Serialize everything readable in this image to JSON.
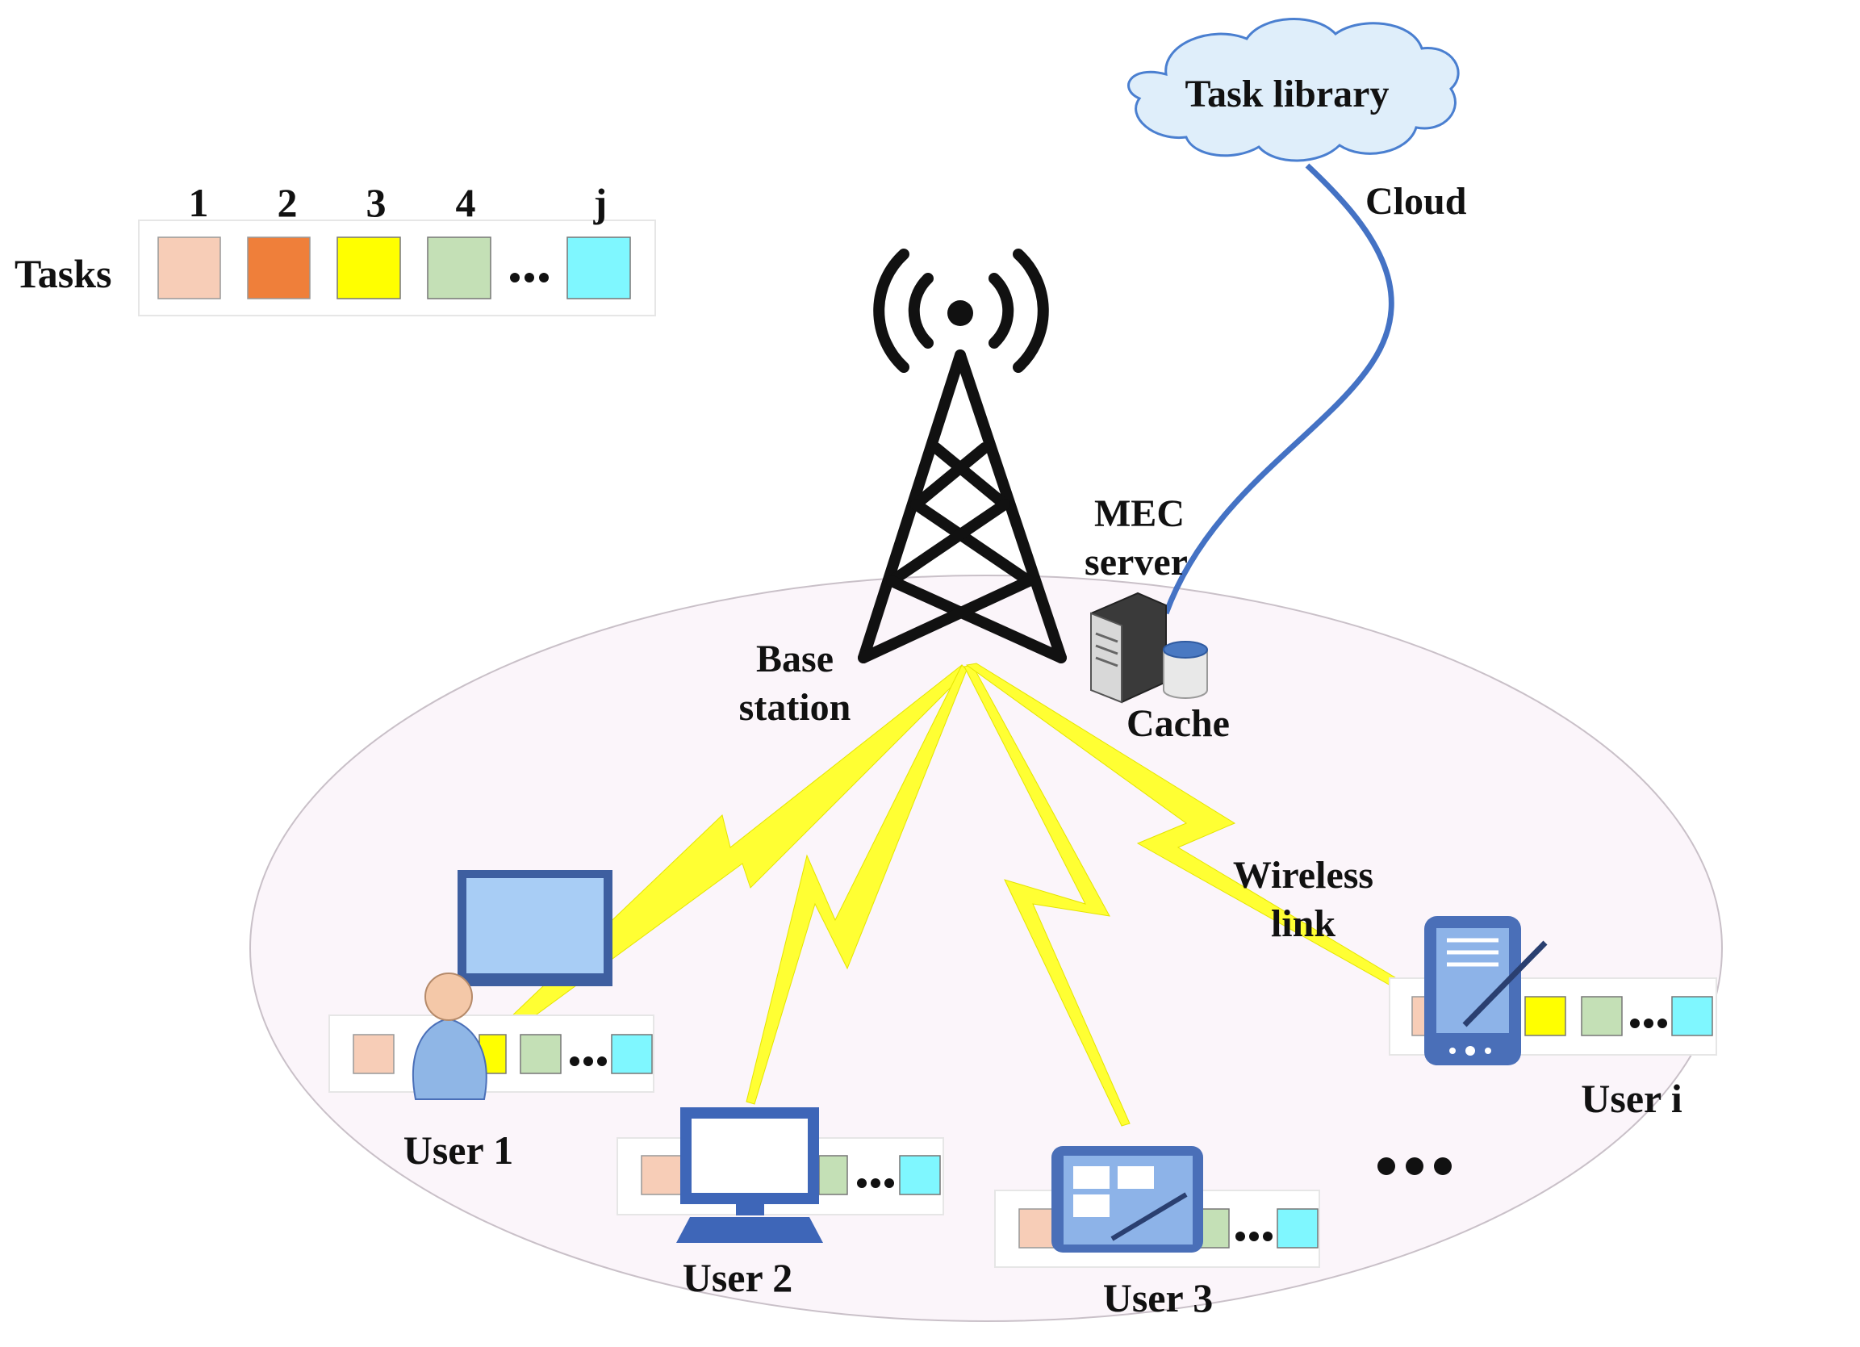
{
  "legend": {
    "title": "Tasks",
    "indices": [
      "1",
      "2",
      "3",
      "4",
      "j"
    ],
    "colors": [
      "#f7cdb7",
      "#ef7f3a",
      "#ffff00",
      "#c4e0b6",
      "#7ff7ff"
    ]
  },
  "labels": {
    "task_library": "Task library",
    "cloud": "Cloud",
    "mec_line1": "MEC",
    "mec_line2": "server",
    "base_line1": "Base",
    "base_line2": "station",
    "cache": "Cache",
    "wireless_line1": "Wireless",
    "wireless_line2": "link"
  },
  "users": [
    {
      "name": "User 1",
      "device": "person-with-tv"
    },
    {
      "name": "User 2",
      "device": "desktop-computer"
    },
    {
      "name": "User 3",
      "device": "tablet-with-stylus"
    },
    {
      "name": "User i",
      "device": "pda-with-pen"
    }
  ],
  "colors": {
    "link": "#ffff33",
    "cloud_fill": "#dfeefa",
    "cloud_stroke": "#4a7fd0",
    "fiber": "#4472c4",
    "cell_fill": "#fbf5fa",
    "cell_stroke": "#c9c0c8",
    "device_blue": "#4a6fb8"
  }
}
